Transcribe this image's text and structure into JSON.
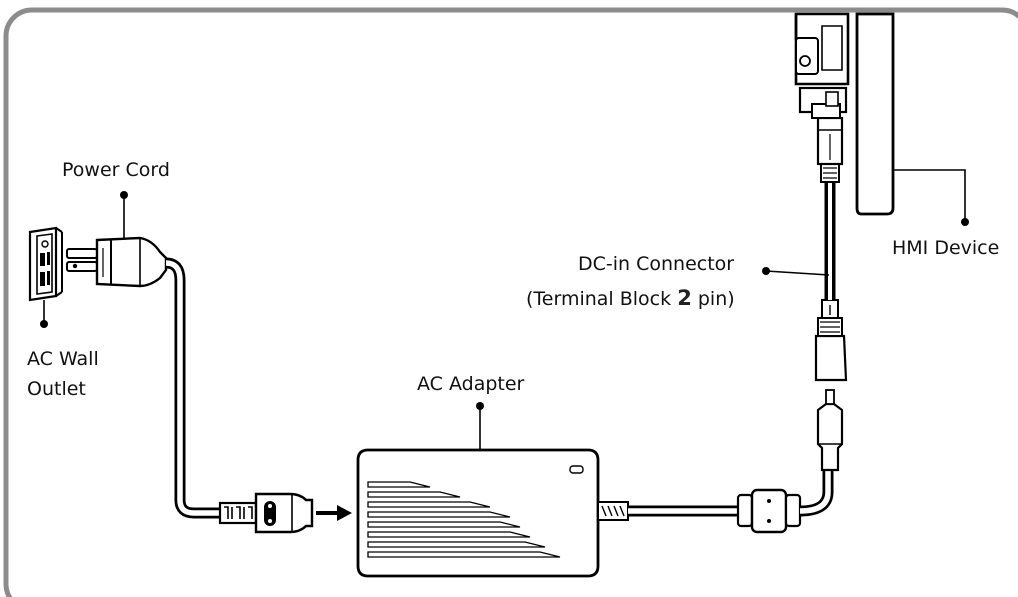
{
  "labels": {
    "power_cord": "Power Cord",
    "ac_wall_outlet_line1": "AC Wall",
    "ac_wall_outlet_line2": "Outlet",
    "ac_adapter": "AC Adapter",
    "dc_in_line1": "DC-in Connector",
    "dc_in_line2_prefix": "(Terminal Block ",
    "dc_in_line2_number": "2",
    "dc_in_line2_suffix": " pin)",
    "hmi_device": "HMI Device"
  },
  "colors": {
    "frame": "#8c8c8c",
    "line": "#000000",
    "fill": "#ffffff"
  }
}
